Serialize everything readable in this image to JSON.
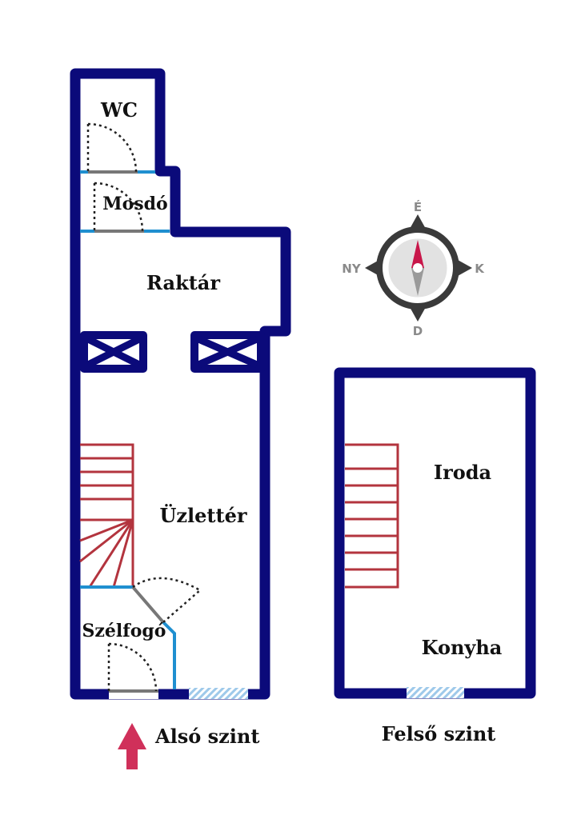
{
  "rooms": {
    "wc": "WC",
    "mosdo": "Mosdó",
    "raktar": "Raktár",
    "uzletter": "Üzlettér",
    "szelfogo": "Szélfogó",
    "iroda": "Iroda",
    "konyha": "Konyha"
  },
  "levels": {
    "lower": "Alsó szint",
    "upper": "Felső szint"
  },
  "compass": {
    "north": "É",
    "south": "D",
    "east": "K",
    "west": "NY"
  },
  "colors": {
    "wall": "#0b0a7a",
    "stairs": "#b3343e",
    "door_line": "#1f8fd0",
    "window": "#9ec9ea",
    "entrance_arrow": "#d0305a",
    "compass_ring": "#3a3a3a",
    "compass_needle_north": "#c8174a",
    "compass_needle_south": "#9a9a9a"
  },
  "icons": [
    "entrance-arrow-icon",
    "compass-icon"
  ]
}
